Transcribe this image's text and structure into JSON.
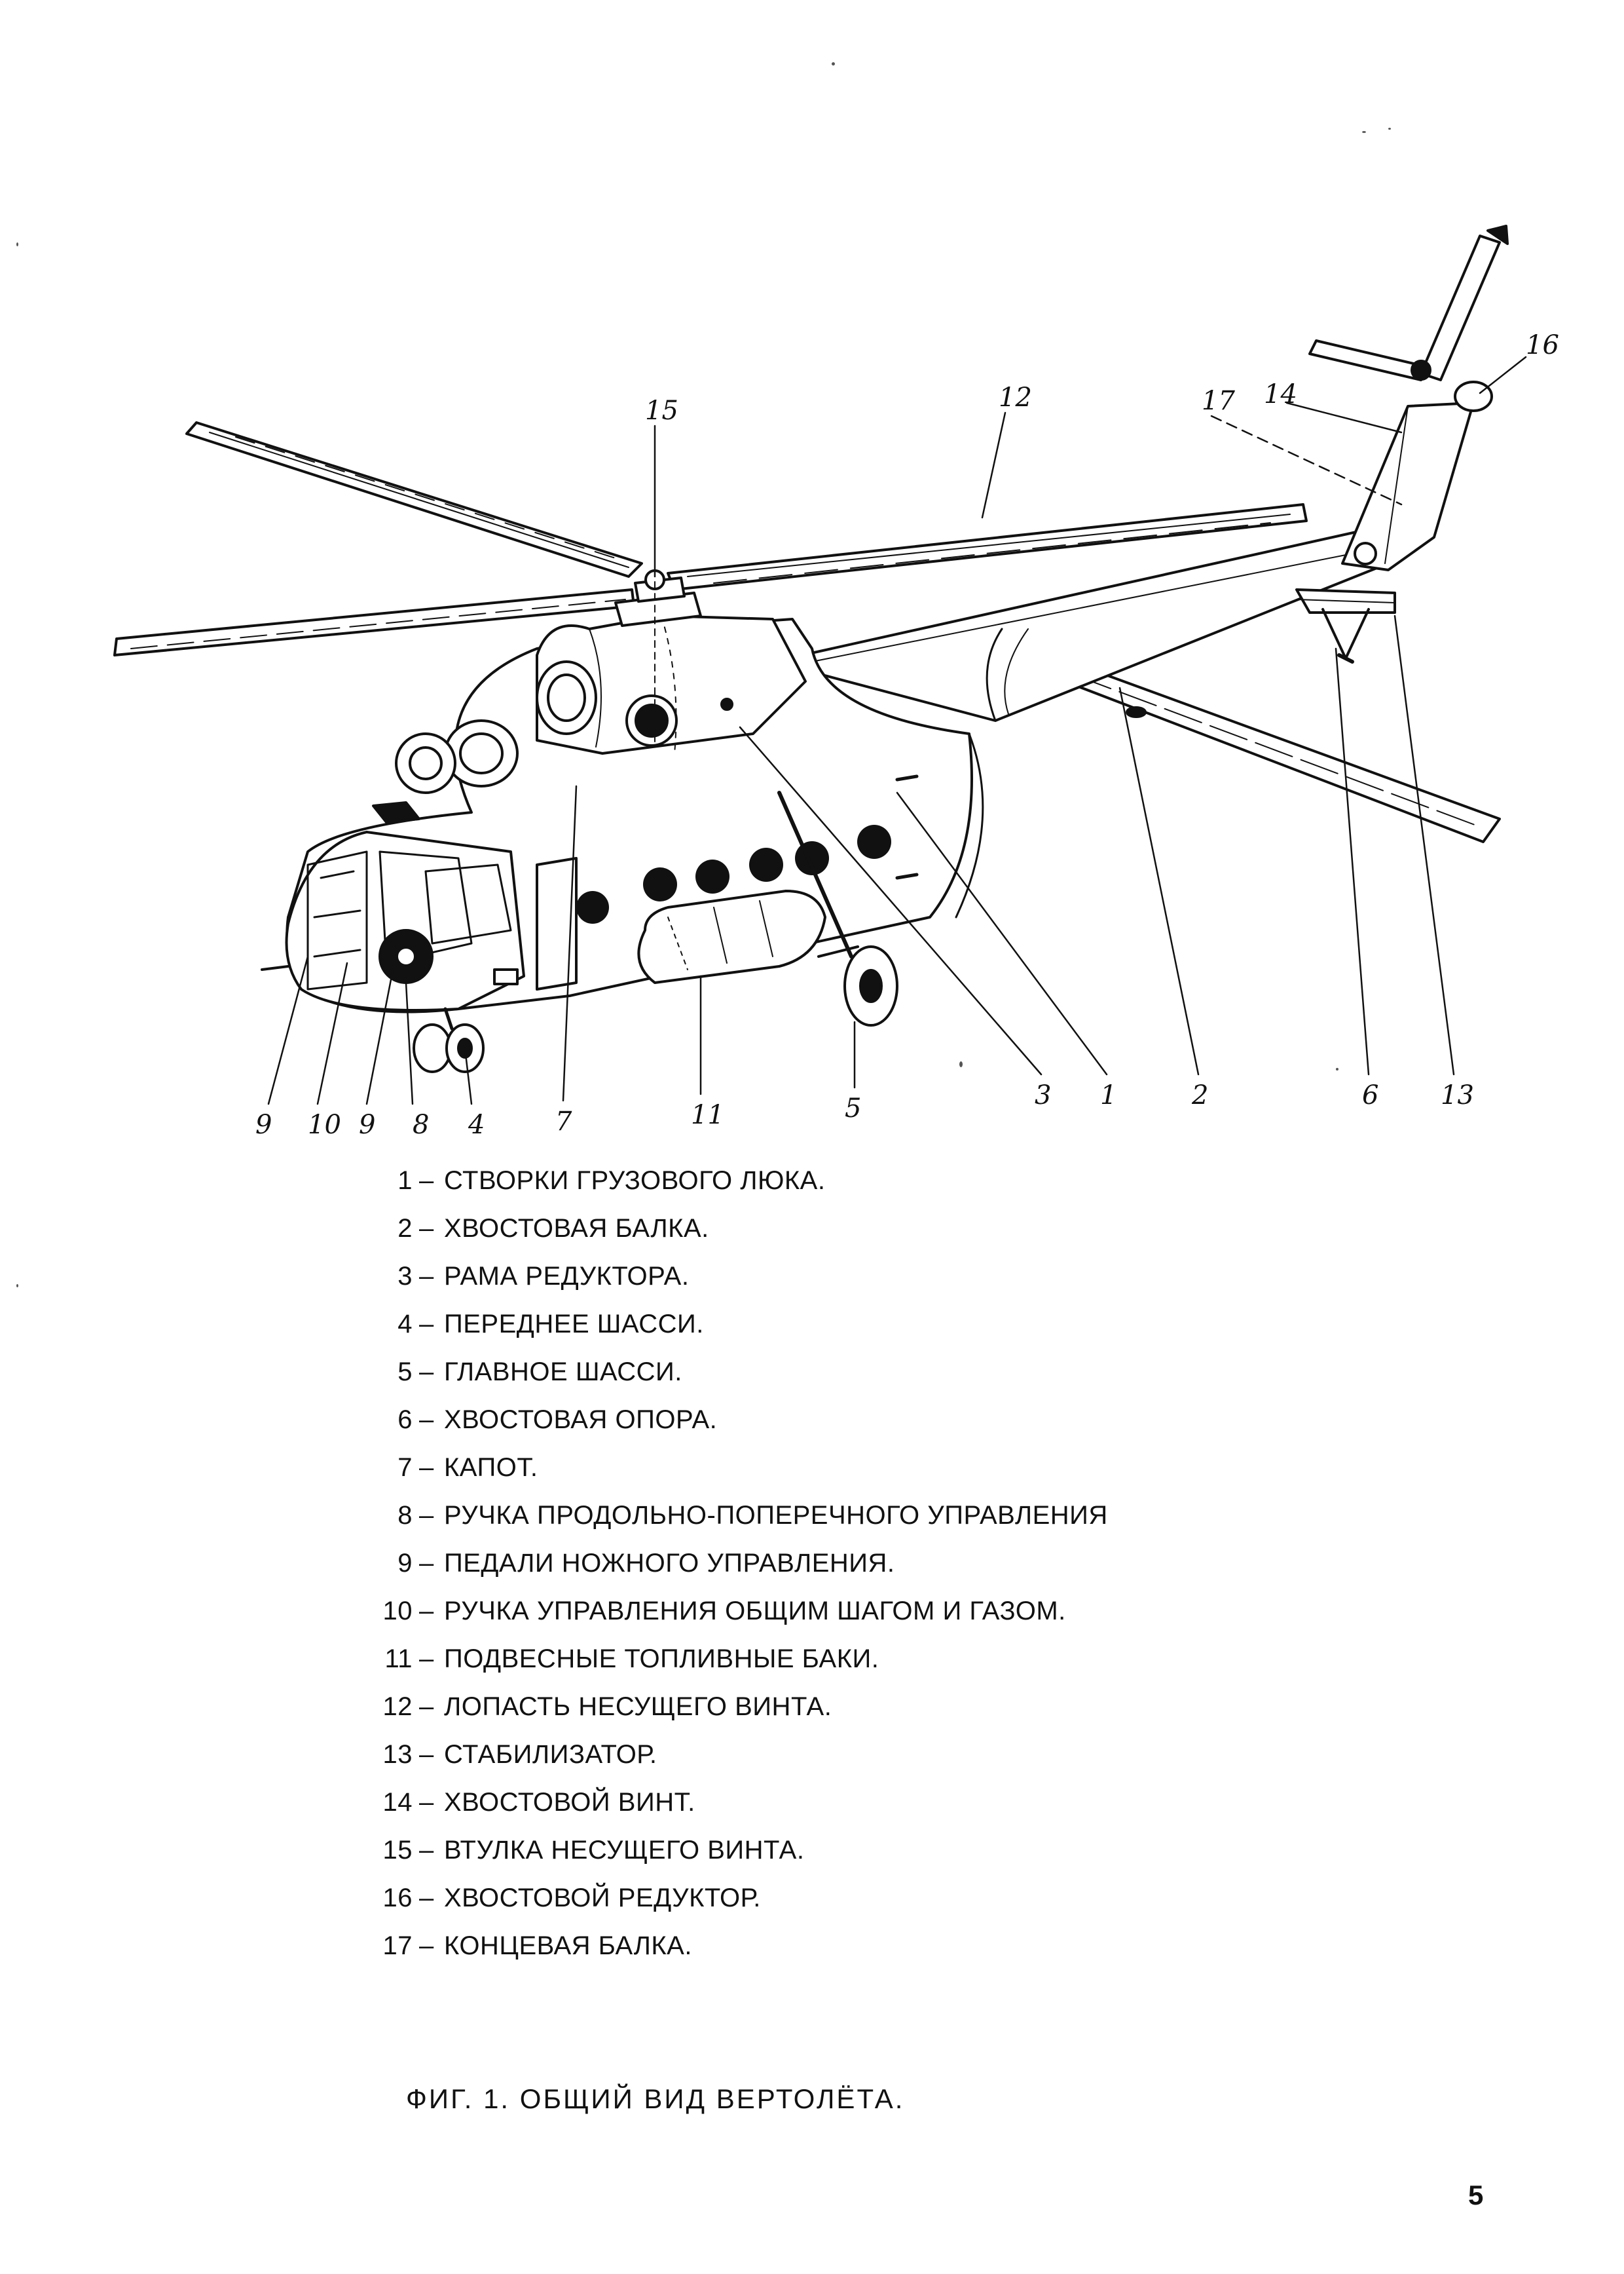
{
  "figure": {
    "callouts": [
      "15",
      "12",
      "17",
      "14",
      "16",
      "9",
      "10",
      "9",
      "8",
      "4",
      "7",
      "11",
      "5",
      "3",
      "1",
      "2",
      "6",
      "13"
    ]
  },
  "legend": [
    {
      "num": "1",
      "text": "СТВОРКИ ГРУЗОВОГО ЛЮКА."
    },
    {
      "num": "2",
      "text": "ХВОСТОВАЯ БАЛКА."
    },
    {
      "num": "3",
      "text": "РАМА РЕДУКТОРА."
    },
    {
      "num": "4",
      "text": "ПЕРЕДНЕЕ ШАССИ."
    },
    {
      "num": "5",
      "text": "ГЛАВНОЕ ШАССИ."
    },
    {
      "num": "6",
      "text": "ХВОСТОВАЯ ОПОРА."
    },
    {
      "num": "7",
      "text": "КАПОТ."
    },
    {
      "num": "8",
      "text": "РУЧКА ПРОДОЛЬНО-ПОПЕРЕЧНОГО УПРАВЛЕНИЯ"
    },
    {
      "num": "9",
      "text": "ПЕДАЛИ НОЖНОГО УПРАВЛЕНИЯ."
    },
    {
      "num": "10",
      "text": "РУЧКА УПРАВЛЕНИЯ ОБЩИМ ШАГОМ И ГАЗОМ."
    },
    {
      "num": "11",
      "text": "ПОДВЕСНЫЕ ТОПЛИВНЫЕ БАКИ."
    },
    {
      "num": "12",
      "text": "ЛОПАСТЬ НЕСУЩЕГО ВИНТА."
    },
    {
      "num": "13",
      "text": "СТАБИЛИЗАТОР."
    },
    {
      "num": "14",
      "text": "ХВОСТОВОЙ ВИНТ."
    },
    {
      "num": "15",
      "text": "ВТУЛКА НЕСУЩЕГО ВИНТА."
    },
    {
      "num": "16",
      "text": "ХВОСТОВОЙ РЕДУКТОР."
    },
    {
      "num": "17",
      "text": "КОНЦЕВАЯ БАЛКА."
    }
  ],
  "legend_dash": "–",
  "caption": "ФИГ. 1. ОБЩИЙ ВИД ВЕРТОЛЁТА.",
  "page_number": "5"
}
